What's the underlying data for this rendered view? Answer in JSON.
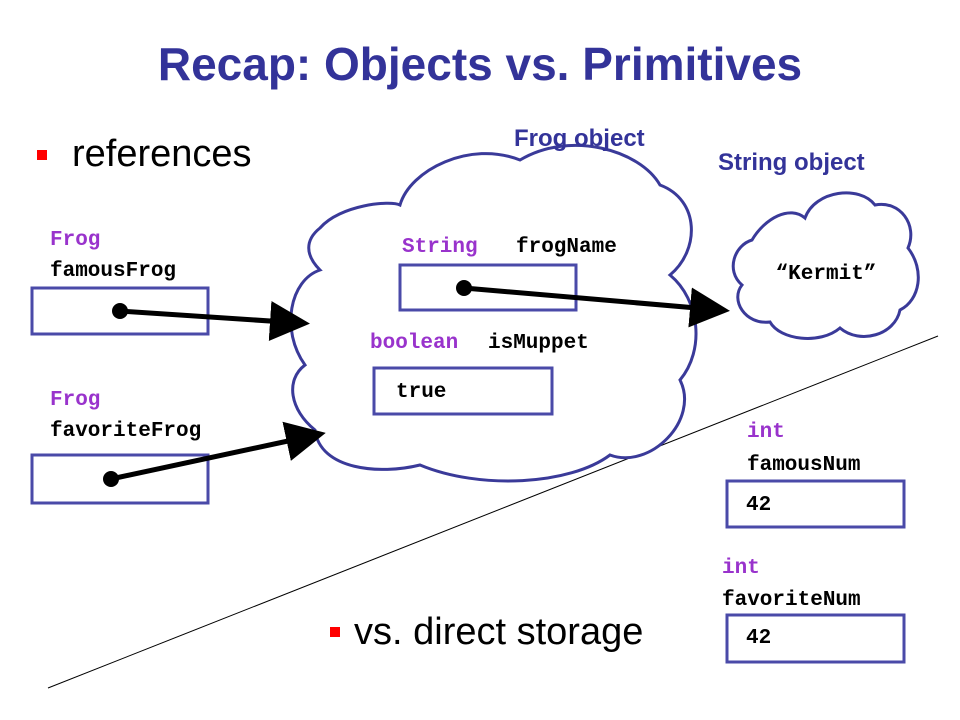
{
  "title": "Recap: Objects vs. Primitives",
  "bullets": {
    "references": "references",
    "direct_storage": "vs. direct storage"
  },
  "labels": {
    "frog_object": "Frog object",
    "string_object": "String object"
  },
  "variables": {
    "famous_frog": {
      "type": "Frog",
      "name": "famousFrog"
    },
    "favorite_frog": {
      "type": "Frog",
      "name": "favoriteFrog"
    },
    "frog_name": {
      "type": "String",
      "name": "frogName"
    },
    "is_muppet": {
      "type": "boolean",
      "name": "isMuppet",
      "value": "true"
    },
    "famous_num": {
      "type": "int",
      "name": "famousNum",
      "value": "42"
    },
    "favorite_num": {
      "type": "int",
      "name": "favoriteNum",
      "value": "42"
    }
  },
  "string_value": "“Kermit”",
  "colors": {
    "title": "#333399",
    "type_keyword": "#9933cc",
    "bullet": "#ff0000",
    "outline": "#3a3a99"
  }
}
